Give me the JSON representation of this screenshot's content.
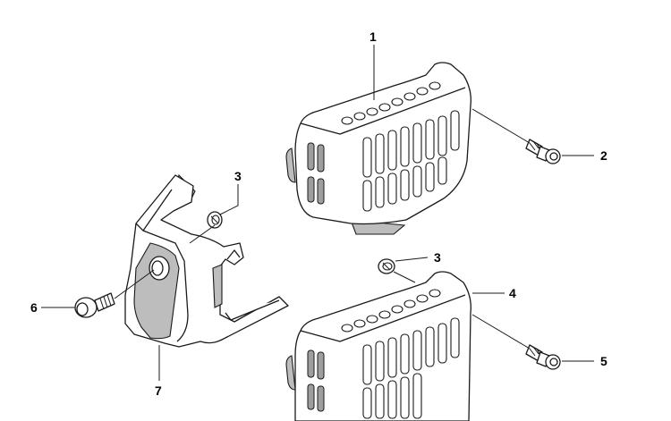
{
  "callouts": {
    "c1": "1",
    "c2": "2",
    "c3a": "3",
    "c3b": "3",
    "c4": "4",
    "c5": "5",
    "c6": "6",
    "c7": "7"
  },
  "colors": {
    "line": "#1a1a1a",
    "shade": "#bdbdbd",
    "background": "#ffffff"
  }
}
